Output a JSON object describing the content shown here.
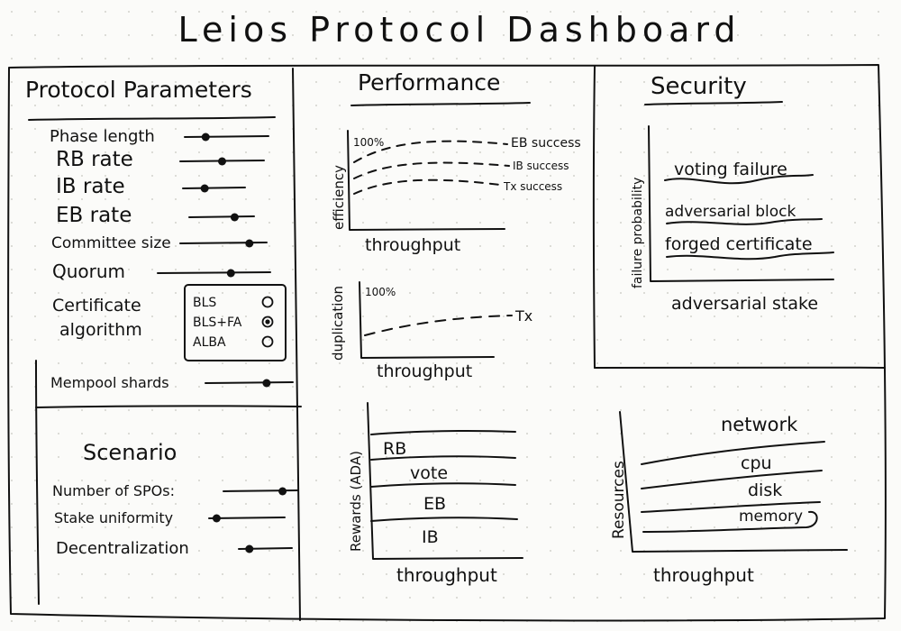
{
  "dashboard": {
    "title": "Leios Protocol Dashboard"
  },
  "panels": {
    "parameters": {
      "title": "Protocol Parameters",
      "sliders": [
        {
          "label": "Phase length",
          "value": 0.25
        },
        {
          "label": "RB rate",
          "value": 0.5
        },
        {
          "label": "IB rate",
          "value": 0.35
        },
        {
          "label": "EB rate",
          "value": 0.7
        },
        {
          "label": "Committee size",
          "value": 0.8
        },
        {
          "label": "Quorum",
          "value": 0.65
        }
      ],
      "certificate": {
        "label_line1": "Certificate",
        "label_line2": "algorithm",
        "options": [
          {
            "label": "BLS",
            "selected": false
          },
          {
            "label": "BLS+FA",
            "selected": true
          },
          {
            "label": "ALBA",
            "selected": false
          }
        ]
      },
      "mempool": {
        "label": "Mempool shards",
        "value": 0.7
      }
    },
    "scenario": {
      "title": "Scenario",
      "sliders": [
        {
          "label": "Number of SPOs:",
          "value": 0.8
        },
        {
          "label": "Stake uniformity",
          "value": 0.1
        },
        {
          "label": "Decentralization",
          "value": 0.2
        }
      ]
    },
    "performance": {
      "title": "Performance",
      "efficiency_chart": {
        "ylabel": "efficiency",
        "xlabel": "throughput",
        "top_label": "100%",
        "series": [
          {
            "name": "EB success"
          },
          {
            "name": "IB success"
          },
          {
            "name": "Tx success"
          }
        ]
      },
      "duplication_chart": {
        "ylabel": "duplication",
        "xlabel": "throughput",
        "top_label": "100%",
        "series": [
          {
            "name": "Tx"
          }
        ]
      },
      "rewards_chart": {
        "ylabel": "Rewards (ADA)",
        "xlabel": "throughput",
        "bands": [
          {
            "name": "RB"
          },
          {
            "name": "vote"
          },
          {
            "name": "EB"
          },
          {
            "name": "IB"
          }
        ]
      }
    },
    "security": {
      "title": "Security",
      "chart": {
        "ylabel": "failure probability",
        "xlabel": "adversarial stake",
        "series": [
          {
            "name": "voting failure"
          },
          {
            "name": "adversarial block"
          },
          {
            "name": "forged certificate"
          }
        ]
      }
    },
    "resources": {
      "chart": {
        "ylabel": "Resources",
        "xlabel": "throughput",
        "series": [
          {
            "name": "network"
          },
          {
            "name": "cpu"
          },
          {
            "name": "disk"
          },
          {
            "name": "memory"
          }
        ]
      }
    }
  }
}
